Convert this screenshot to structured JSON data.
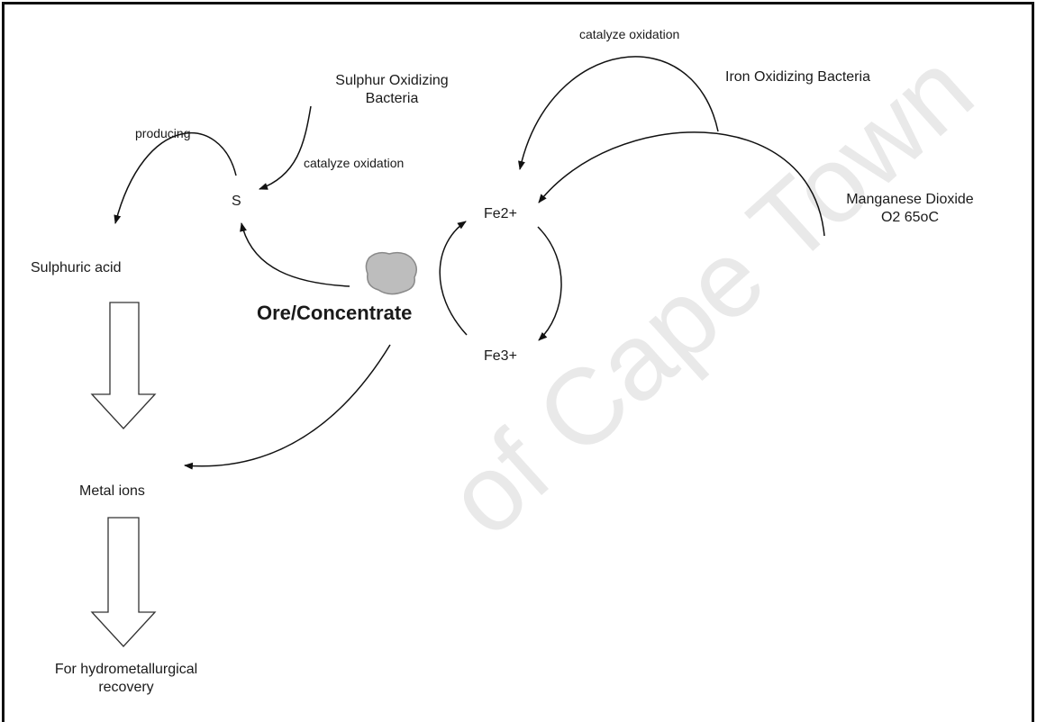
{
  "nodes": {
    "sulphur_bacteria": "Sulphur Oxidizing\nBacteria",
    "sulphur": "S",
    "sulphuric_acid": "Sulphuric acid",
    "ore": "Ore/Concentrate",
    "fe2": "Fe2+",
    "fe3": "Fe3+",
    "iron_bacteria": "Iron Oxidizing Bacteria",
    "manganese": "Manganese Dioxide\nO2 65oC",
    "metal_ions": "Metal ions",
    "recovery": "For hydrometallurgical\nrecovery"
  },
  "edge_labels": {
    "producing": "producing",
    "catalyze_sulphur": "catalyze oxidation",
    "catalyze_iron": "catalyze oxidation"
  },
  "watermark": "of Cape Town"
}
